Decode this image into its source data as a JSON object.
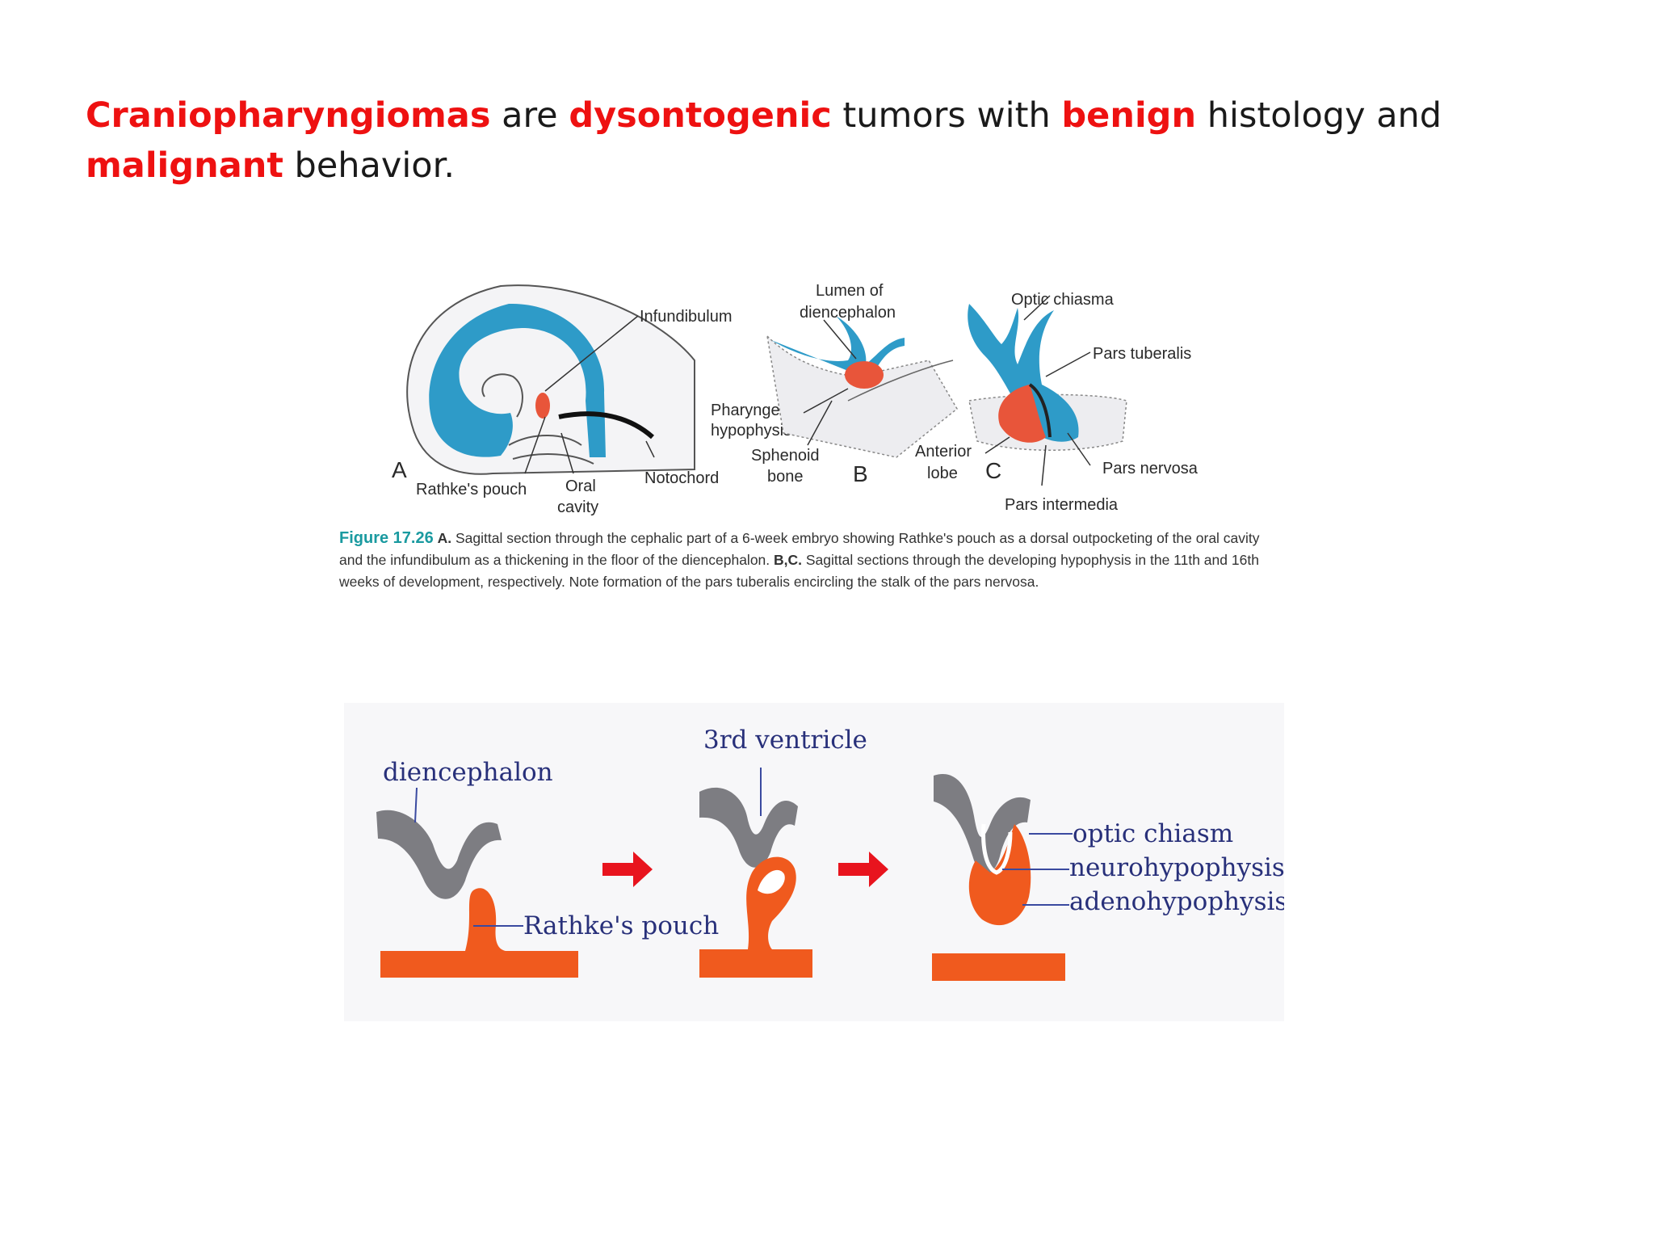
{
  "headline": {
    "w1": "Craniopharyngiomas",
    "w2": " are ",
    "w3": "dysontogenic",
    "w4": " tumors with ",
    "w5": "benign",
    "w6": " histology and ",
    "w7": "malignant",
    "w8": " behavior."
  },
  "figure_top": {
    "labels": {
      "panel_a": "A",
      "panel_b": "B",
      "panel_c": "C",
      "infundibulum": "Infundibulum",
      "lumen_1": "Lumen of",
      "lumen_2": "diencephalon",
      "optic_chiasma": "Optic chiasma",
      "pars_tuberalis": "Pars tuberalis",
      "pharyngeal_1": "Pharyngeal",
      "pharyngeal_2": "hypophysis",
      "sphenoid_1": "Sphenoid",
      "sphenoid_2": "bone",
      "anterior_1": "Anterior",
      "anterior_2": "lobe",
      "notochord": "Notochord",
      "rathkes_pouch": "Rathke's pouch",
      "oral_1": "Oral",
      "oral_2": "cavity",
      "pars_nervosa": "Pars nervosa",
      "pars_intermedia": "Pars intermedia"
    },
    "caption": {
      "fig_no": "Figure 17.26",
      "a_label": "A.",
      "a_text": " Sagittal section through the cephalic part of a 6-week embryo showing Rathke's pouch as a dorsal outpocketing of the oral cavity and the infundibulum as a thickening in the floor of the diencephalon. ",
      "bc_label": "B,C.",
      "bc_text": " Sagittal sections through the developing hypophysis in the 11th and 16th weeks of development, respectively. Note formation of the pars tuberalis encircling the stalk of the pars nervosa."
    }
  },
  "figure_bottom": {
    "labels": {
      "diencephalon": "diencephalon",
      "third_ventricle": "3rd ventricle",
      "rathkes_pouch": "Rathke's pouch",
      "optic_chiasm": "optic chiasm",
      "neurohypophysis": "neurohypophysis",
      "adenohypophysis": "adenohypophysis"
    }
  },
  "colors": {
    "highlight": "#ee1111",
    "diagram_blue": "#2e9bc8",
    "diagram_red": "#e8553a",
    "gray_tissue": "#7d7d82",
    "orange_tissue": "#f05a1e",
    "arrow_red": "#e8141e",
    "label_blue": "#28307a",
    "caption_teal": "#1a9aa0"
  }
}
